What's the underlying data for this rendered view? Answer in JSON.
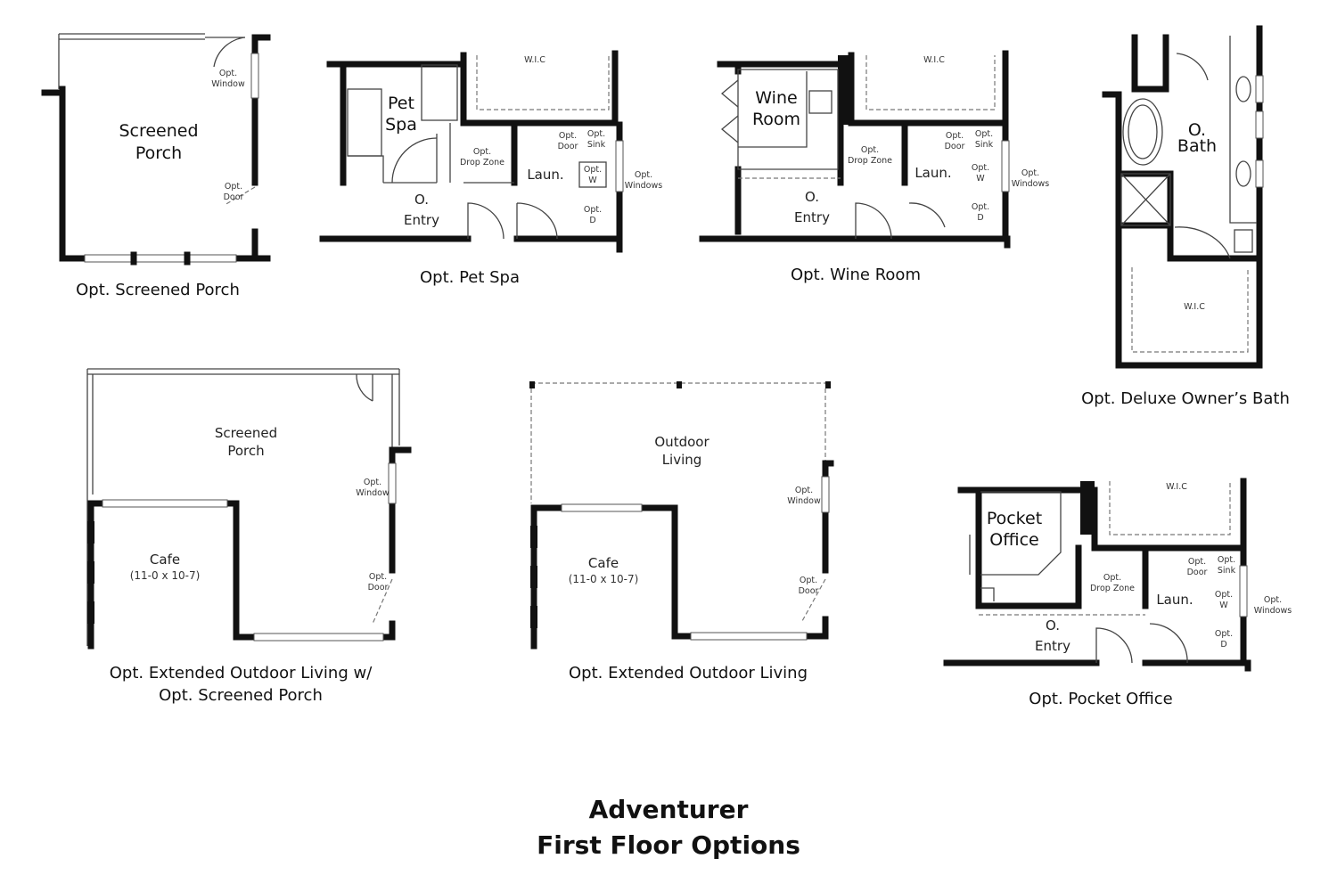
{
  "title": {
    "line1": "Adventurer",
    "line2": "First Floor Options"
  },
  "plans": {
    "screened_porch": {
      "room": [
        "Screened",
        "Porch"
      ],
      "opt_window": [
        "Opt.",
        "Window"
      ],
      "opt_door": [
        "Opt.",
        "Door"
      ],
      "caption": "Opt. Screened Porch"
    },
    "pet_spa": {
      "room": [
        "Pet",
        "Spa"
      ],
      "wic": "W.I.C",
      "drop_zone": [
        "Opt.",
        "Drop Zone"
      ],
      "opt_door": [
        "Opt.",
        "Door"
      ],
      "opt_sink": [
        "Opt.",
        "Sink"
      ],
      "laundry": "Laun.",
      "opt_w": [
        "Opt.",
        "W"
      ],
      "opt_d": [
        "Opt.",
        "D"
      ],
      "opt_windows": [
        "Opt.",
        "Windows"
      ],
      "entry": [
        "O.",
        "Entry"
      ],
      "caption": "Opt. Pet Spa"
    },
    "wine_room": {
      "room": [
        "Wine",
        "Room"
      ],
      "wic": "W.I.C",
      "drop_zone": [
        "Opt.",
        "Drop Zone"
      ],
      "opt_door": [
        "Opt.",
        "Door"
      ],
      "opt_sink": [
        "Opt.",
        "Sink"
      ],
      "laundry": "Laun.",
      "opt_w": [
        "Opt.",
        "W"
      ],
      "opt_d": [
        "Opt.",
        "D"
      ],
      "opt_windows": [
        "Opt.",
        "Windows"
      ],
      "entry": [
        "O.",
        "Entry"
      ],
      "caption": "Opt. Wine Room"
    },
    "owners_bath": {
      "room": [
        "O.",
        "Bath"
      ],
      "wic": "W.I.C",
      "caption": "Opt. Deluxe Owner’s Bath"
    },
    "extended_screened": {
      "room": [
        "Screened",
        "Porch"
      ],
      "opt_window": [
        "Opt.",
        "Window"
      ],
      "cafe": "Cafe",
      "cafe_dims": "(11-0 x 10-7)",
      "opt_door": [
        "Opt.",
        "Door"
      ],
      "caption": [
        "Opt. Extended Outdoor Living w/",
        "Opt. Screened Porch"
      ]
    },
    "extended_outdoor": {
      "room": [
        "Outdoor",
        "Living"
      ],
      "opt_window": [
        "Opt.",
        "Window"
      ],
      "cafe": "Cafe",
      "cafe_dims": "(11-0 x 10-7)",
      "opt_door": [
        "Opt.",
        "Door"
      ],
      "caption": "Opt. Extended Outdoor Living"
    },
    "pocket_office": {
      "room": [
        "Pocket",
        "Office"
      ],
      "wic": "W.I.C",
      "drop_zone": [
        "Opt.",
        "Drop Zone"
      ],
      "opt_door": [
        "Opt.",
        "Door"
      ],
      "opt_sink": [
        "Opt.",
        "Sink"
      ],
      "laundry": "Laun.",
      "opt_w": [
        "Opt.",
        "W"
      ],
      "opt_d": [
        "Opt.",
        "D"
      ],
      "opt_windows": [
        "Opt.",
        "Windows"
      ],
      "entry": [
        "O.",
        "Entry"
      ],
      "caption": "Opt. Pocket Office"
    }
  }
}
